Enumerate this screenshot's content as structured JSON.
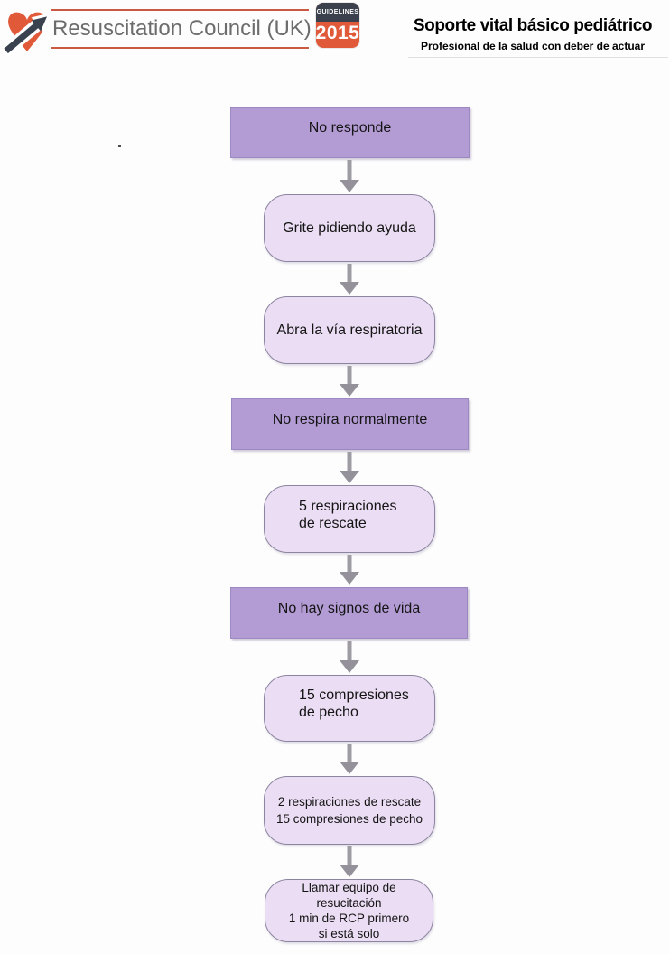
{
  "header": {
    "logo": {
      "icon": "heart-arrow-icon",
      "brand": "Resuscitation Council (UK)"
    },
    "badge": {
      "label": "GUIDELINES",
      "year": "2015"
    },
    "title": "Soporte vital básico pediátrico",
    "subtitle": "Profesional de la salud con deber de actuar"
  },
  "colors": {
    "brand_orange": "#e05a3a",
    "badge_dark": "#3a414d",
    "brand_text_gray": "#6c6c6c",
    "rule_red": "#c95a41",
    "decision_fill": "#b39bd4",
    "decision_border": "#9d89c2",
    "action_fill": "#ebdef4",
    "action_border": "#8c85a0",
    "arrow_gray": "#94919a"
  },
  "flow": {
    "nodes": [
      {
        "type": "decision",
        "lines": [
          "No responde"
        ]
      },
      {
        "type": "action",
        "lines": [
          "Grite pidiendo ayuda"
        ]
      },
      {
        "type": "action",
        "lines": [
          "Abra la vía respiratoria"
        ]
      },
      {
        "type": "decision",
        "lines": [
          "No respira normalmente"
        ]
      },
      {
        "type": "action",
        "lines": [
          "5 respiraciones",
          "de rescate"
        ]
      },
      {
        "type": "decision",
        "lines": [
          "No hay signos de vida"
        ]
      },
      {
        "type": "action",
        "lines": [
          "15 compresiones",
          "de pecho"
        ]
      },
      {
        "type": "action",
        "lines": [
          "2 respiraciones de rescate",
          "15 compresiones de pecho"
        ]
      },
      {
        "type": "action",
        "lines": [
          "Llamar equipo de",
          "resucitación",
          "1 min de RCP primero",
          "si está solo"
        ]
      }
    ]
  }
}
